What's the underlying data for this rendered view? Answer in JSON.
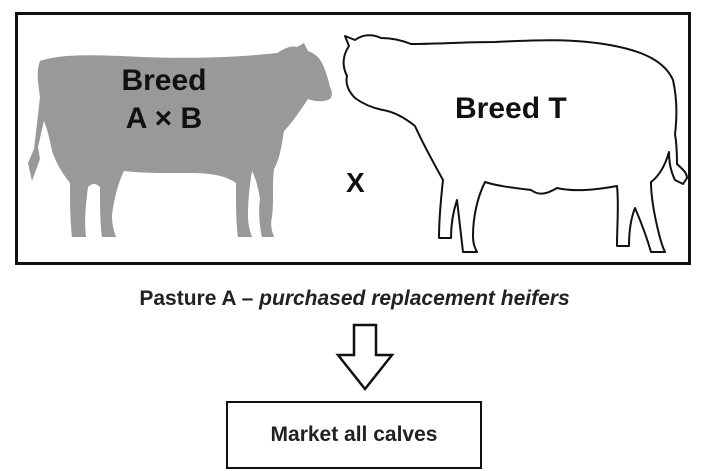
{
  "diagram": {
    "cross_box": {
      "left_animal_label_line1": "Breed",
      "left_animal_label_line2": "A × B",
      "cross_symbol": "X",
      "right_animal_label": "Breed T",
      "left_animal_icon": "cow-silhouette-icon",
      "right_animal_icon": "bull-outline-icon"
    },
    "pasture_label": {
      "main": "Pasture A – ",
      "emphasis": "purchased replacement heifers"
    },
    "arrow_icon": "down-arrow-icon",
    "outcome_label": "Market all calves",
    "colors": {
      "cow_fill": "#999999",
      "outline": "#111111",
      "background": "#ffffff"
    }
  }
}
